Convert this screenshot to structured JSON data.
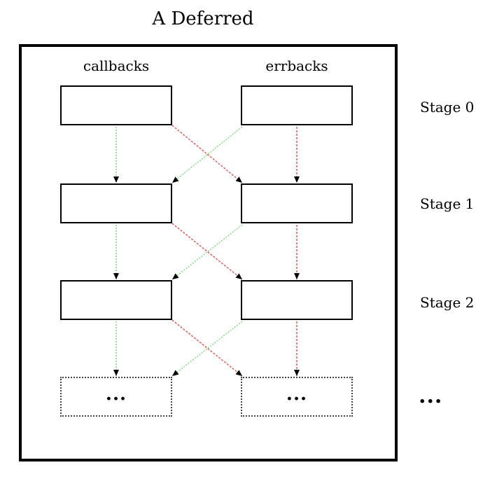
{
  "title": "A Deferred",
  "columns": {
    "callbacks": "callbacks",
    "errbacks": "errbacks"
  },
  "stages": [
    "Stage 0",
    "Stage 1",
    "Stage 2"
  ],
  "ellipsis": "...",
  "colors": {
    "success_arrow": "#7be07b",
    "error_arrow": "#e85a5a",
    "stroke": "#000000"
  }
}
